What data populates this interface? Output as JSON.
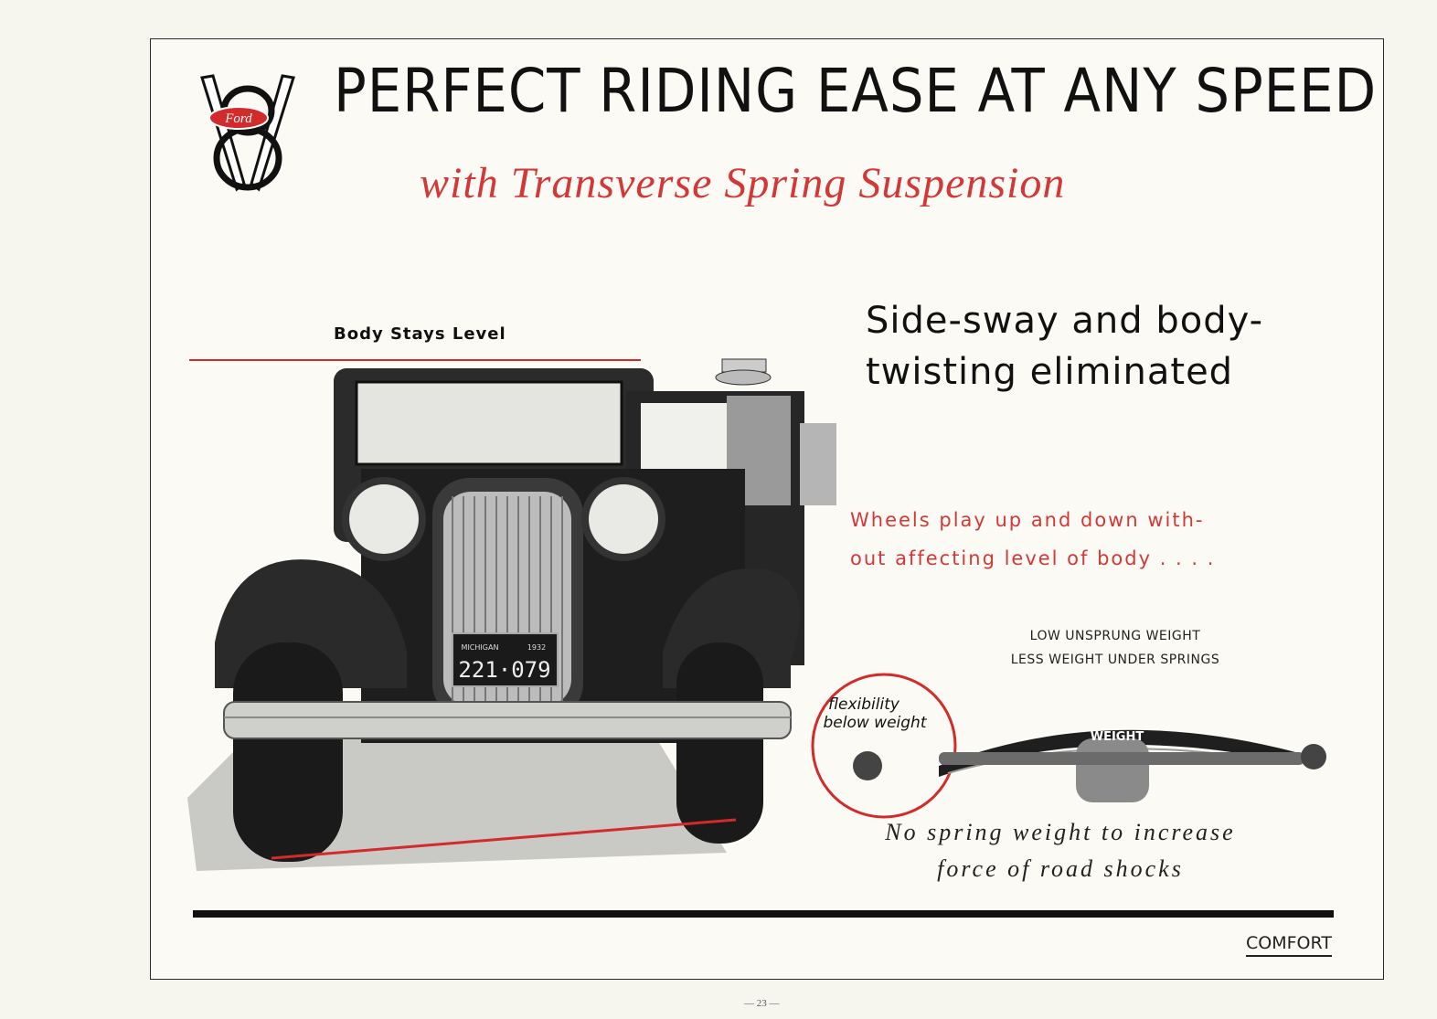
{
  "header": {
    "title": "PERFECT RIDING EASE AT ANY SPEED",
    "subtitle": "with Transverse Spring Suspension",
    "logo_text": "Ford"
  },
  "car_panel": {
    "body_label": "Body Stays Level",
    "plate_state": "MICHIGAN",
    "plate_year": "1932",
    "plate_number": "221·079"
  },
  "text_panel": {
    "headline_line1": "Side-sway and body-",
    "headline_line2": "twisting eliminated",
    "wheels_line1": "Wheels play up and down with-",
    "wheels_line2": "out affecting level of body . . . .",
    "unsprung_line1": "LOW UNSPRUNG WEIGHT",
    "unsprung_line2": "LESS WEIGHT UNDER SPRINGS"
  },
  "spring_panel": {
    "circle_label_line1": "flexibility",
    "circle_label_line2": "below weight",
    "spring_label": "WEIGHT",
    "caption_line1": "No spring weight to increase",
    "caption_line2": "force of road shocks"
  },
  "footer": {
    "section": "COMFORT",
    "page_number": "— 23 —"
  },
  "colors": {
    "accent_red": "#d23838",
    "ink": "#111111",
    "paper": "#fbfaf4"
  }
}
